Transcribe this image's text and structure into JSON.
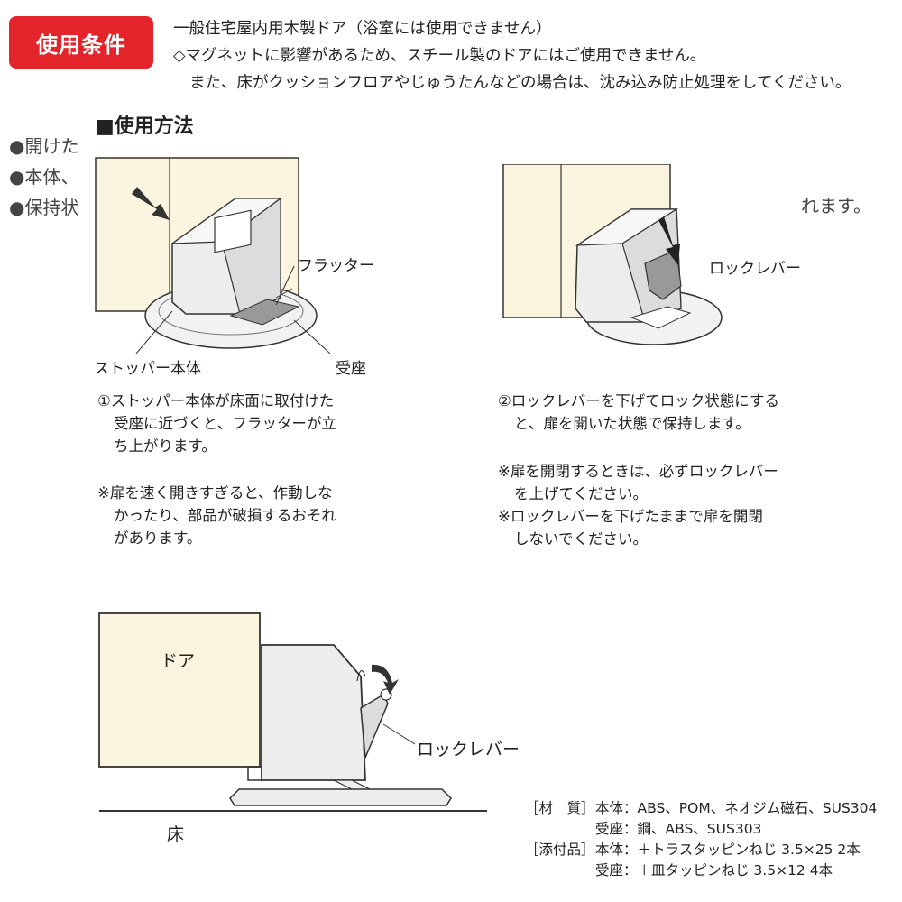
{
  "badge": {
    "label": "使用条件"
  },
  "conditions": {
    "line1": "一般住宅屋内用木製ドア（浴室には使用できません）",
    "line2": "◇マグネットに影響があるため、スチール製のドアにはご使用できません。",
    "line3": "また、床がクッションフロアやじゅうたんなどの場合は、沈み込み防止処理をしてください。"
  },
  "background_text": {
    "item1": "●開けた",
    "item2": "●本体、",
    "item3": "●保持状",
    "tail": "れます。"
  },
  "usage": {
    "title": "■使用方法",
    "fig1": {
      "label_flapper": "フラッター",
      "label_body": "ストッパー本体",
      "label_receiver": "受座",
      "text_lines": [
        "①ストッパー本体が床面に取付けた",
        "受座に近づくと、フラッターが立",
        "ち上がります。"
      ],
      "note_lines": [
        "※扉を速く開きすぎると、作動しな",
        "かったり、部品が破損するおそれ",
        "があります。"
      ]
    },
    "fig2": {
      "label_lever": "ロックレバー",
      "text_lines": [
        "②ロックレバーを下げてロック状態にする",
        "と、扉を開いた状態で保持します。"
      ],
      "note1_lines": [
        "※扉を開閉するときは、必ずロックレバー",
        "を上げてください。"
      ],
      "note2_lines": [
        "※ロックレバーを下げたままで扉を開閉",
        "しないでください。"
      ]
    },
    "fig3": {
      "label_door": "ドア",
      "label_lever": "ロックレバー",
      "label_floor": "床"
    }
  },
  "specs": {
    "material_key": "［材　質］",
    "material_body": "本体：ABS、POM、ネオジム磁石、SUS304",
    "material_receiver": "受座：鋼、ABS、SUS303",
    "accessory_key": "［添付品］",
    "accessory_body": "本体：＋トラスタッピンねじ 3.5×25  2本",
    "accessory_receiver": "受座：＋皿タッピンねじ 3.5×12  4本"
  },
  "colors": {
    "badge": "#e4242b",
    "door": "#fbf5df",
    "device": "#ededed",
    "flapper": "#999999"
  }
}
